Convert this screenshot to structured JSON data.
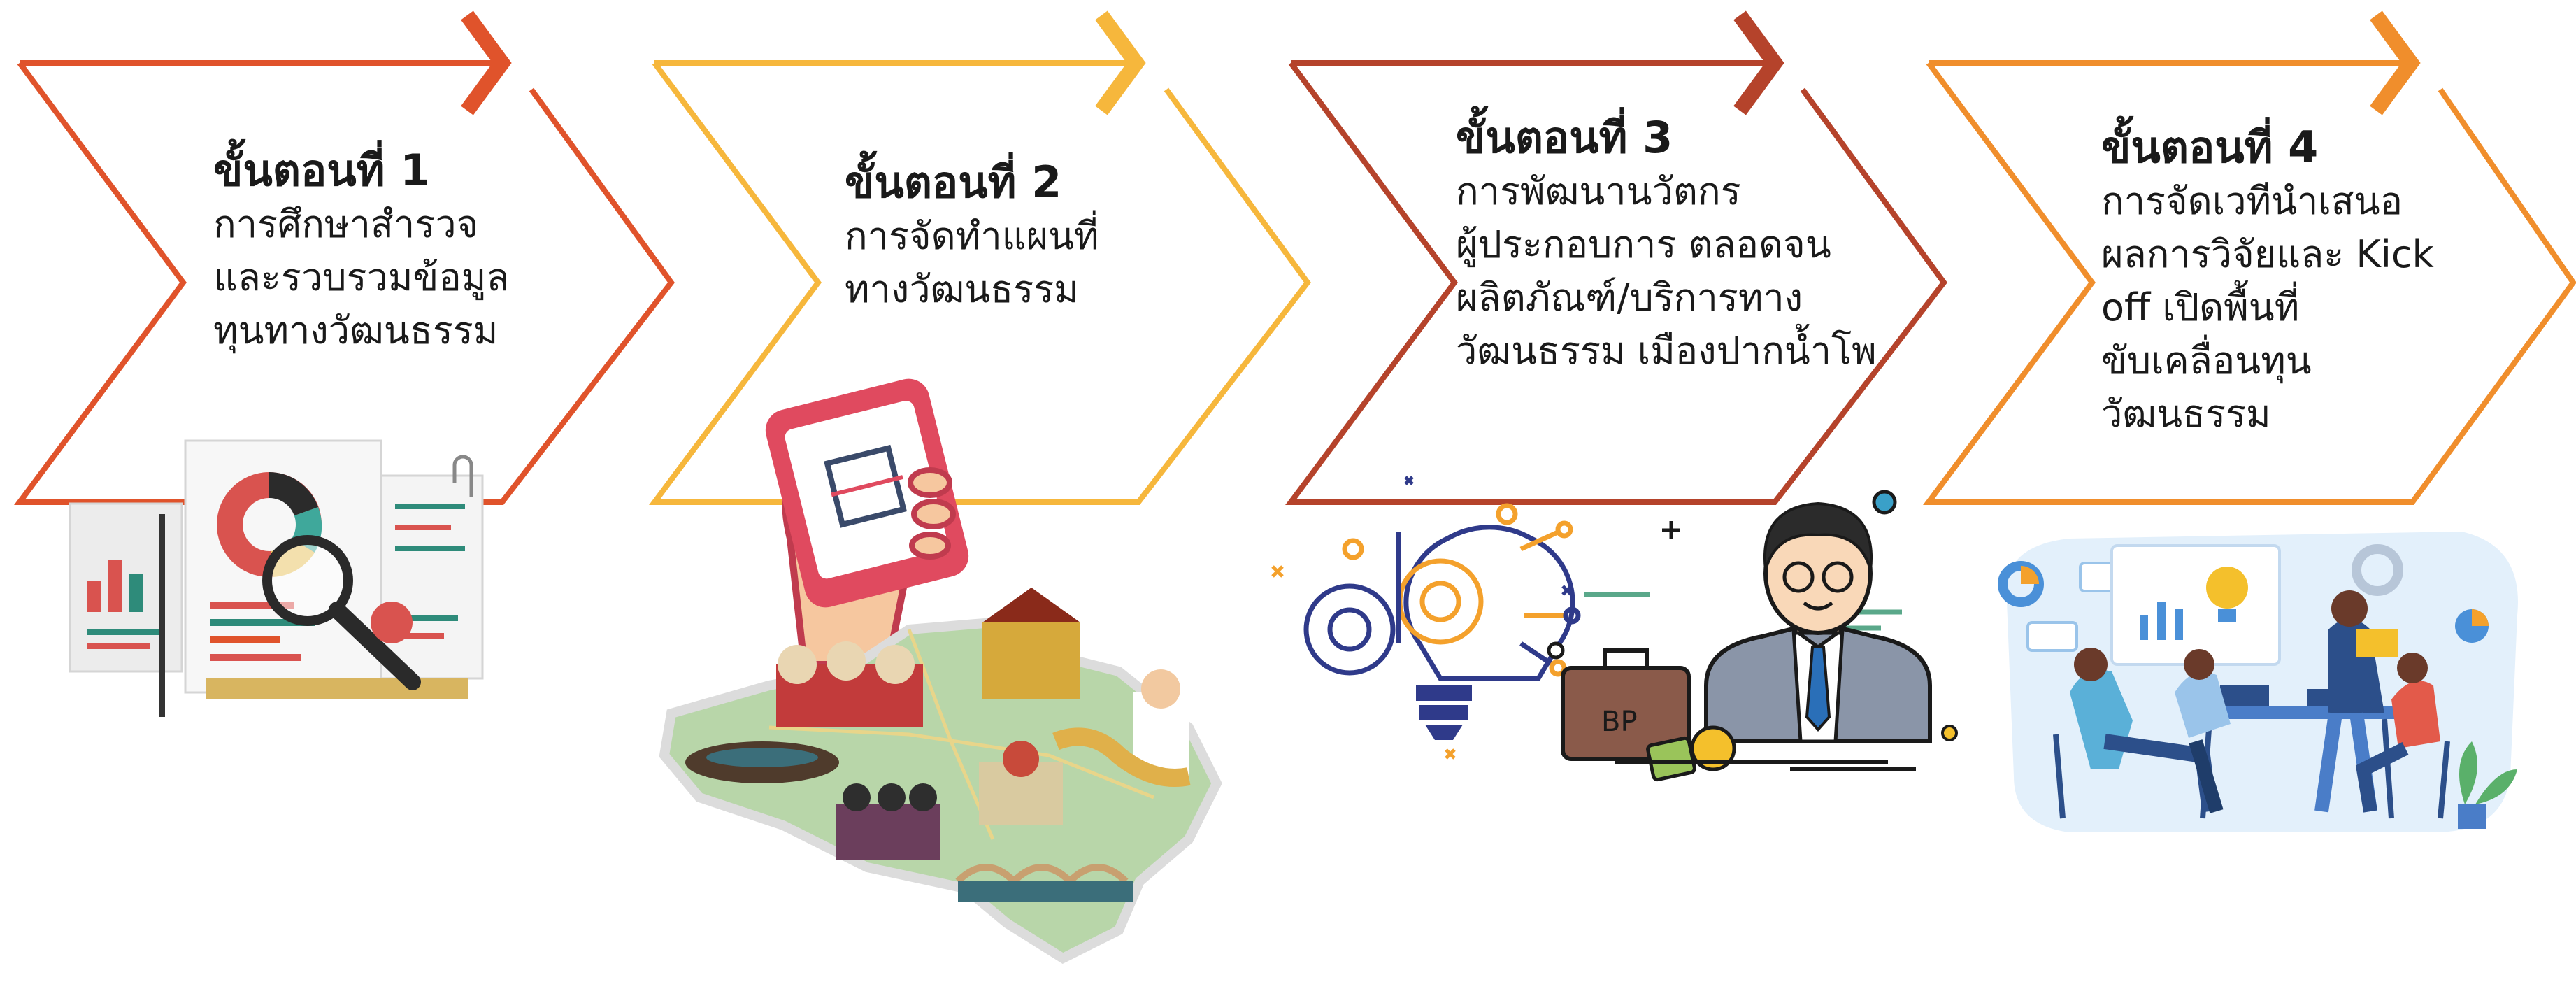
{
  "steps": [
    {
      "title": "ขั้นตอนที่ 1",
      "description": "การศึกษาสำรวจ\nและรวบรวมข้อมูล\nทุนทางวัฒนธรรม",
      "color": "#E0532B",
      "illustration_icon": "research-documents-magnifier-icon"
    },
    {
      "title": "ขั้นตอนที่ 2",
      "description": "การจัดทำแผนที่\nทางวัฒนธรรม",
      "color": "#F6B73C",
      "illustration_icon": "qr-phone-culture-map-icon"
    },
    {
      "title": "ขั้นตอนที่ 3",
      "description": "การพัฒนานวัตกร\nผู้ประกอบการ ตลอดจน\nผลิตภัณฑ์/บริการทาง\nวัฒนธรรม เมืองปากน้ำโพ",
      "color": "#B5432B",
      "illustration_icon": "innovation-businessman-icon"
    },
    {
      "title": "ขั้นตอนที่ 4",
      "description": "การจัดเวทีนำเสนอ\nผลการวิจัยและ Kick\noff เปิดพื้นที่\nขับเคลื่อนทุน\nวัฒนธรรม",
      "color": "#F08E2C",
      "illustration_icon": "team-meeting-icon"
    }
  ],
  "illustration_labels": {
    "briefcase": "BP"
  }
}
